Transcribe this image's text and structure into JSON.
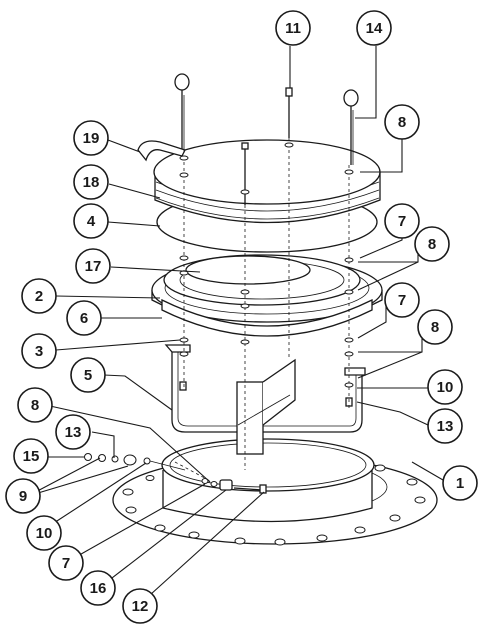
{
  "callouts": [
    {
      "key": "c11",
      "label": "11"
    },
    {
      "key": "c14",
      "label": "14"
    },
    {
      "key": "c8a",
      "label": "8"
    },
    {
      "key": "c19",
      "label": "19"
    },
    {
      "key": "c18",
      "label": "18"
    },
    {
      "key": "c4",
      "label": "4"
    },
    {
      "key": "c7a",
      "label": "7"
    },
    {
      "key": "c8b",
      "label": "8"
    },
    {
      "key": "c17",
      "label": "17"
    },
    {
      "key": "c2",
      "label": "2"
    },
    {
      "key": "c7b",
      "label": "7"
    },
    {
      "key": "c6",
      "label": "6"
    },
    {
      "key": "c8c",
      "label": "8"
    },
    {
      "key": "c3",
      "label": "3"
    },
    {
      "key": "c5",
      "label": "5"
    },
    {
      "key": "c10a",
      "label": "10"
    },
    {
      "key": "c8d",
      "label": "8"
    },
    {
      "key": "c13a",
      "label": "13"
    },
    {
      "key": "c13b",
      "label": "13"
    },
    {
      "key": "c15",
      "label": "15"
    },
    {
      "key": "c1",
      "label": "1"
    },
    {
      "key": "c9",
      "label": "9"
    },
    {
      "key": "c10b",
      "label": "10"
    },
    {
      "key": "c7c",
      "label": "7"
    },
    {
      "key": "c16",
      "label": "16"
    },
    {
      "key": "c12",
      "label": "12"
    }
  ]
}
